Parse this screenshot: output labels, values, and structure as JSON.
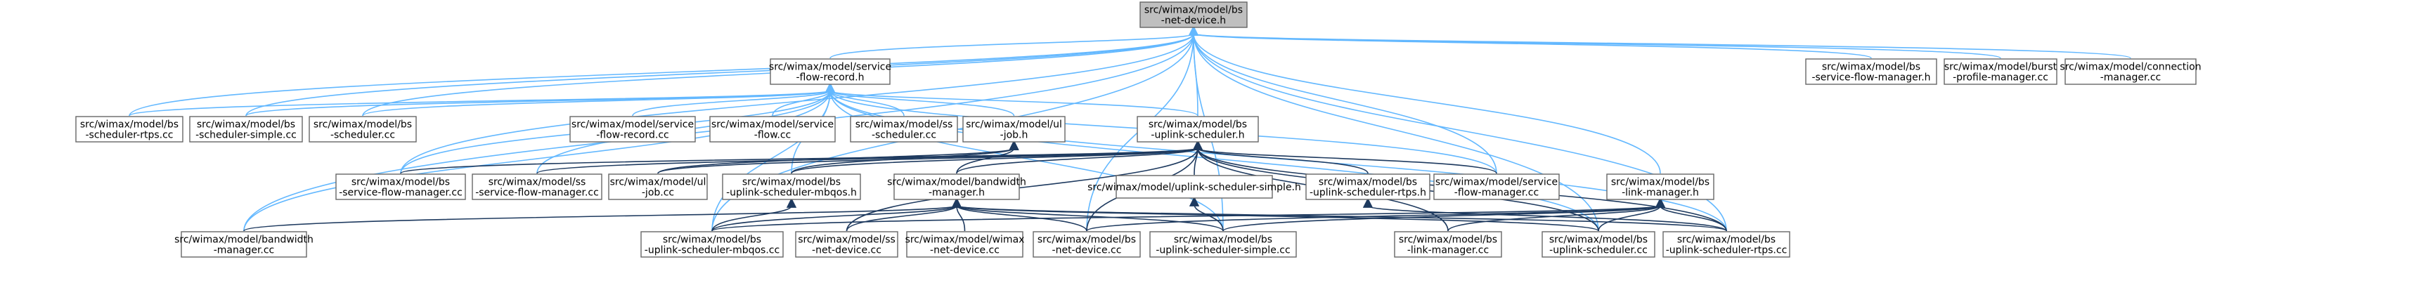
{
  "nodes": [
    {
      "id": "root",
      "lines": [
        "src/wimax/model/bs",
        "-net-device.h"
      ],
      "root": true
    },
    {
      "id": "sfr_h",
      "lines": [
        "src/wimax/model/service",
        "-flow-record.h"
      ]
    },
    {
      "id": "sfm_h",
      "lines": [
        "src/wimax/model/bs",
        "-service-flow-manager.h"
      ]
    },
    {
      "id": "burst_cc",
      "lines": [
        "src/wimax/model/burst",
        "-profile-manager.cc"
      ]
    },
    {
      "id": "conn_cc",
      "lines": [
        "src/wimax/model/connection",
        "-manager.cc"
      ]
    },
    {
      "id": "sched_rtps_cc",
      "lines": [
        "src/wimax/model/bs",
        "-scheduler-rtps.cc"
      ]
    },
    {
      "id": "sched_simple_cc",
      "lines": [
        "src/wimax/model/bs",
        "-scheduler-simple.cc"
      ]
    },
    {
      "id": "sched_cc",
      "lines": [
        "src/wimax/model/bs",
        "-scheduler.cc"
      ]
    },
    {
      "id": "sfr_cc",
      "lines": [
        "src/wimax/model/service",
        "-flow-record.cc"
      ]
    },
    {
      "id": "sf_cc",
      "lines": [
        "src/wimax/model/service",
        "-flow.cc"
      ]
    },
    {
      "id": "ss_sched_cc",
      "lines": [
        "src/wimax/model/ss",
        "-scheduler.cc"
      ]
    },
    {
      "id": "ul_job_h",
      "lines": [
        "src/wimax/model/ul",
        "-job.h"
      ]
    },
    {
      "id": "ul_sched_h",
      "lines": [
        "src/wimax/model/bs",
        "-uplink-scheduler.h"
      ]
    },
    {
      "id": "link_mgr_h",
      "lines": [
        "src/wimax/model/bs",
        "-link-manager.h"
      ]
    },
    {
      "id": "bs_sfm_cc",
      "lines": [
        "src/wimax/model/bs",
        "-service-flow-manager.cc"
      ]
    },
    {
      "id": "ss_sfm_cc",
      "lines": [
        "src/wimax/model/ss",
        "-service-flow-manager.cc"
      ]
    },
    {
      "id": "ul_job_cc",
      "lines": [
        "src/wimax/model/ul",
        "-job.cc"
      ]
    },
    {
      "id": "ul_mbqos_h",
      "lines": [
        "src/wimax/model/bs",
        "-uplink-scheduler-mbqos.h"
      ]
    },
    {
      "id": "bw_mgr_h",
      "lines": [
        "src/wimax/model/bandwidth",
        "-manager.h"
      ]
    },
    {
      "id": "ul_simple_h",
      "lines": [
        "src/wimax/model/uplink-scheduler-simple.h"
      ]
    },
    {
      "id": "ul_rtps_h",
      "lines": [
        "src/wimax/model/bs",
        "-uplink-scheduler-rtps.h"
      ]
    },
    {
      "id": "sf_mgr_cc",
      "lines": [
        "src/wimax/model/service",
        "-flow-manager.cc"
      ]
    },
    {
      "id": "bw_mgr_cc",
      "lines": [
        "src/wimax/model/bandwidth",
        "-manager.cc"
      ]
    },
    {
      "id": "ul_mbqos_cc",
      "lines": [
        "src/wimax/model/bs",
        "-uplink-scheduler-mbqos.cc"
      ]
    },
    {
      "id": "ss_net_cc",
      "lines": [
        "src/wimax/model/ss",
        "-net-device.cc"
      ]
    },
    {
      "id": "wimax_net_cc",
      "lines": [
        "src/wimax/model/wimax",
        "-net-device.cc"
      ]
    },
    {
      "id": "bs_net_cc",
      "lines": [
        "src/wimax/model/bs",
        "-net-device.cc"
      ]
    },
    {
      "id": "ul_simple_cc",
      "lines": [
        "src/wimax/model/bs",
        "-uplink-scheduler-simple.cc"
      ]
    },
    {
      "id": "link_mgr_cc",
      "lines": [
        "src/wimax/model/bs",
        "-link-manager.cc"
      ]
    },
    {
      "id": "ul_sched_cc",
      "lines": [
        "src/wimax/model/bs",
        "-uplink-scheduler.cc"
      ]
    },
    {
      "id": "ul_rtps_cc",
      "lines": [
        "src/wimax/model/bs",
        "-uplink-scheduler-rtps.cc"
      ]
    }
  ],
  "edges": [
    [
      "root",
      "sfr_h"
    ],
    [
      "root",
      "sfm_h"
    ],
    [
      "root",
      "burst_cc"
    ],
    [
      "root",
      "conn_cc"
    ],
    [
      "root",
      "sched_rtps_cc"
    ],
    [
      "root",
      "sched_simple_cc"
    ],
    [
      "root",
      "sched_cc"
    ],
    [
      "root",
      "ul_sched_h"
    ],
    [
      "root",
      "link_mgr_h"
    ],
    [
      "root",
      "bs_sfm_cc"
    ],
    [
      "root",
      "sf_mgr_cc"
    ],
    [
      "root",
      "bw_mgr_cc"
    ],
    [
      "root",
      "ul_mbqos_cc"
    ],
    [
      "root",
      "bs_net_cc"
    ],
    [
      "root",
      "ul_simple_cc"
    ],
    [
      "root",
      "ul_sched_cc"
    ],
    [
      "root",
      "ul_rtps_cc"
    ],
    [
      "sfr_h",
      "sched_rtps_cc"
    ],
    [
      "sfr_h",
      "sched_simple_cc"
    ],
    [
      "sfr_h",
      "sched_cc"
    ],
    [
      "sfr_h",
      "sfr_cc"
    ],
    [
      "sfr_h",
      "sf_cc"
    ],
    [
      "sfr_h",
      "ss_sched_cc"
    ],
    [
      "sfr_h",
      "ul_job_h"
    ],
    [
      "sfr_h",
      "ul_sched_h"
    ],
    [
      "sfr_h",
      "bs_sfm_cc"
    ],
    [
      "sfr_h",
      "ss_sfm_cc"
    ],
    [
      "sfr_h",
      "ul_mbqos_h"
    ],
    [
      "sfr_h",
      "sf_mgr_cc"
    ],
    [
      "sfr_h",
      "bw_mgr_cc"
    ],
    [
      "sfr_h",
      "ul_mbqos_cc"
    ],
    [
      "sfr_h",
      "ul_simple_cc"
    ],
    [
      "sfr_h",
      "ul_sched_cc"
    ],
    [
      "sfr_h",
      "ul_rtps_cc"
    ],
    [
      "ul_job_h",
      "ul_job_cc"
    ],
    [
      "ul_job_h",
      "ul_mbqos_h"
    ],
    [
      "ul_job_h",
      "bw_mgr_h"
    ],
    [
      "ul_sched_h",
      "bs_sfm_cc"
    ],
    [
      "ul_sched_h",
      "ss_sfm_cc"
    ],
    [
      "ul_sched_h",
      "ul_job_cc"
    ],
    [
      "ul_sched_h",
      "ul_mbqos_h"
    ],
    [
      "ul_sched_h",
      "bw_mgr_h"
    ],
    [
      "ul_sched_h",
      "ul_simple_h"
    ],
    [
      "ul_sched_h",
      "ul_rtps_h"
    ],
    [
      "ul_sched_h",
      "sf_mgr_cc"
    ],
    [
      "ul_sched_h",
      "ss_net_cc"
    ],
    [
      "ul_sched_h",
      "bs_net_cc"
    ],
    [
      "ul_sched_h",
      "link_mgr_cc"
    ],
    [
      "ul_sched_h",
      "ul_sched_cc"
    ],
    [
      "ul_sched_h",
      "ul_rtps_cc"
    ],
    [
      "ul_mbqos_h",
      "ul_mbqos_cc"
    ],
    [
      "bw_mgr_h",
      "bw_mgr_cc"
    ],
    [
      "bw_mgr_h",
      "ul_mbqos_cc"
    ],
    [
      "bw_mgr_h",
      "ss_net_cc"
    ],
    [
      "bw_mgr_h",
      "wimax_net_cc"
    ],
    [
      "bw_mgr_h",
      "bs_net_cc"
    ],
    [
      "bw_mgr_h",
      "ul_simple_cc"
    ],
    [
      "bw_mgr_h",
      "ul_sched_cc"
    ],
    [
      "bw_mgr_h",
      "ul_rtps_cc"
    ],
    [
      "ul_simple_h",
      "ul_simple_cc"
    ],
    [
      "ul_rtps_h",
      "ul_rtps_cc"
    ],
    [
      "link_mgr_h",
      "ul_mbqos_cc"
    ],
    [
      "link_mgr_h",
      "bs_net_cc"
    ],
    [
      "link_mgr_h",
      "ul_simple_cc"
    ],
    [
      "link_mgr_h",
      "link_mgr_cc"
    ],
    [
      "link_mgr_h",
      "ul_sched_cc"
    ],
    [
      "link_mgr_h",
      "ul_rtps_cc"
    ]
  ]
}
